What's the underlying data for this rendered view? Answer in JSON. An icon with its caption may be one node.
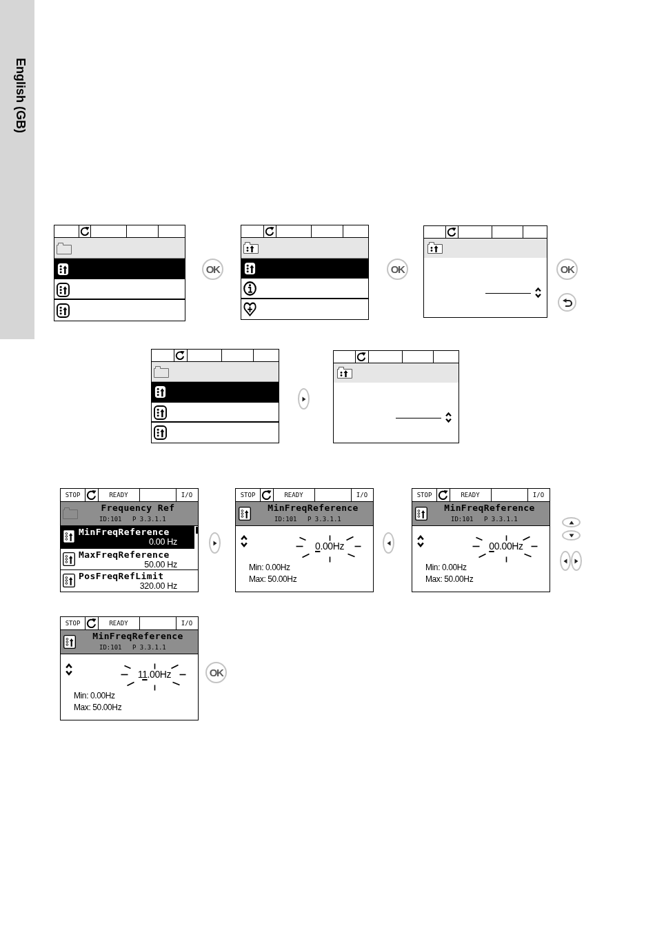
{
  "diagram": {
    "nodes": [
      {
        "text": [
          "English (GB)"
        ]
      },
      {
        "text": [],
        "shape": "box"
      },
      {
        "text": [
          "OK"
        ]
      },
      {
        "text": [],
        "shape": "box"
      },
      {
        "text": [
          "OK"
        ]
      },
      {
        "text": [],
        "shape": "box"
      },
      {
        "text": [
          "OK"
        ]
      },
      {
        "text": [],
        "shape": "circle"
      },
      {
        "text": [],
        "shape": "box"
      },
      {
        "text": [],
        "shape": "circle"
      },
      {
        "text": [],
        "shape": "box"
      },
      {
        "text": [],
        "shape": "box"
      },
      {
        "text": [
          "STOP",
          "READY",
          "I/O"
        ],
        "in": 11
      },
      {
        "text": [
          "Frequency Ref",
          "ID:101",
          "P 3.3.1.1"
        ],
        "in": 11
      },
      {
        "text": [
          "MinFreqReference",
          "0.00 Hz"
        ],
        "in": 11
      },
      {
        "text": [
          "MaxFreqReference",
          "50.00 Hz"
        ],
        "in": 11
      },
      {
        "text": [
          "PosFreqRefLimit",
          "320.00 Hz"
        ],
        "in": 11
      },
      {
        "text": [],
        "shape": "circle"
      },
      {
        "text": [
          "0.00Hz",
          "Min: 0.00Hz",
          "Max: 50.00Hz"
        ]
      },
      {
        "text": [
          "STOP",
          "READY",
          "I/O"
        ],
        "in": 18
      },
      {
        "text": [
          "MinFreqReference",
          "ID:101",
          "P 3.3.1.1"
        ],
        "in": 18
      },
      {
        "text": [],
        "shape": "circle"
      },
      {
        "text": [
          "00.00Hz",
          "Min: 0.00Hz",
          "Max: 50.00Hz"
        ]
      },
      {
        "text": [
          "STOP",
          "READY",
          "I/O"
        ],
        "in": 22
      },
      {
        "text": [
          "MinFreqReference",
          "ID:101",
          "P 3.3.1.1"
        ],
        "in": 22
      },
      {
        "text": [],
        "shape": "circle"
      },
      {
        "text": [],
        "shape": "circle"
      },
      {
        "text": [],
        "shape": "circle"
      },
      {
        "text": [],
        "shape": "circle"
      },
      {
        "text": [
          "11.00Hz",
          "Min: 0.00Hz",
          "Max: 50.00Hz"
        ]
      },
      {
        "text": [
          "STOP",
          "READY",
          "I/O"
        ],
        "in": 29
      },
      {
        "text": [
          "MinFreqReference",
          "ID:101",
          "P 3.3.1.1"
        ],
        "in": 29
      },
      {
        "text": [
          "OK"
        ]
      }
    ]
  }
}
